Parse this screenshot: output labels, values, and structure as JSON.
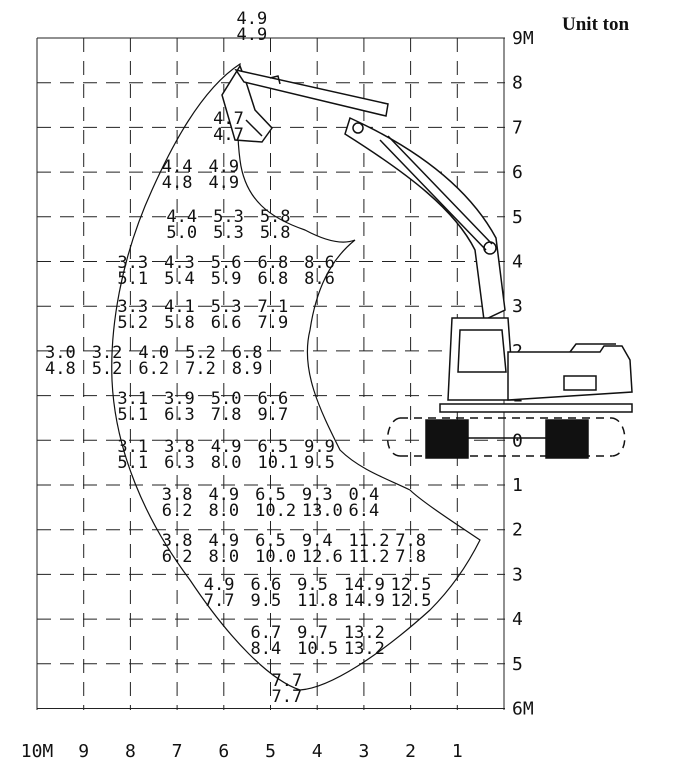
{
  "unit_label": "Unit ton",
  "x_axis": {
    "labels": [
      "10M",
      "9",
      "8",
      "7",
      "6",
      "5",
      "4",
      "3",
      "2",
      "1"
    ]
  },
  "y_axis": {
    "labels": [
      "9M",
      "8",
      "7",
      "6",
      "5",
      "4",
      "3",
      "2",
      "1",
      "0",
      "1",
      "2",
      "3",
      "4",
      "5",
      "6M"
    ]
  },
  "load_rows": [
    {
      "values_over_front": [
        "4.9"
      ],
      "values_over_side": [
        "4.9"
      ]
    },
    {
      "values_over_front": [
        "4.7"
      ],
      "values_over_side": [
        "4.7"
      ]
    },
    {
      "values_over_front": [
        "4.4",
        "4.9"
      ],
      "values_over_side": [
        "4.8",
        "4.9"
      ]
    },
    {
      "values_over_front": [
        "4.4",
        "5.3",
        "5.8"
      ],
      "values_over_side": [
        "5.0",
        "5.3",
        "5.8"
      ]
    },
    {
      "values_over_front": [
        "3.3",
        "4.3",
        "5.6",
        "6.8",
        "8.6"
      ],
      "values_over_side": [
        "5.1",
        "5.4",
        "5.9",
        "6.8",
        "8.6"
      ]
    },
    {
      "values_over_front": [
        "3.3",
        "4.1",
        "5.3",
        "7.1"
      ],
      "values_over_side": [
        "5.2",
        "5.8",
        "6.6",
        "7.9"
      ]
    },
    {
      "values_over_front": [
        "3.0",
        "3.2",
        "4.0",
        "5.2",
        "6.8"
      ],
      "values_over_side": [
        "4.8",
        "5.2",
        "6.2",
        "7.2",
        "8.9"
      ]
    },
    {
      "values_over_front": [
        "3.1",
        "3.9",
        "5.0",
        "6.6"
      ],
      "values_over_side": [
        "5.1",
        "6.3",
        "7.8",
        "9.7"
      ]
    },
    {
      "values_over_front": [
        "3.1",
        "3.8",
        "4.9",
        "6.5",
        "9.9"
      ],
      "values_over_side": [
        "5.1",
        "6.3",
        "8.0",
        "10.1",
        "9.5"
      ]
    },
    {
      "values_over_front": [
        "3.8",
        "4.9",
        "6.5",
        "9.3",
        "0.4"
      ],
      "values_over_side": [
        "6.2",
        "8.0",
        "10.2",
        "13.0",
        "6.4"
      ]
    },
    {
      "values_over_front": [
        "3.8",
        "4.9",
        "6.5",
        "9.4",
        "11.2",
        "7.8"
      ],
      "values_over_side": [
        "6.2",
        "8.0",
        "10.0",
        "12.6",
        "11.2",
        "7.8"
      ]
    },
    {
      "values_over_front": [
        "4.9",
        "6.6",
        "9.5",
        "14.9",
        "12.5"
      ],
      "values_over_side": [
        "7.7",
        "9.5",
        "11.8",
        "14.9",
        "12.5"
      ]
    },
    {
      "values_over_front": [
        "6.7",
        "9.7",
        "13.2"
      ],
      "values_over_side": [
        "8.4",
        "10.5",
        "13.2"
      ]
    },
    {
      "values_over_front": [
        "7.7"
      ],
      "values_over_side": [
        "7.7"
      ]
    }
  ]
}
